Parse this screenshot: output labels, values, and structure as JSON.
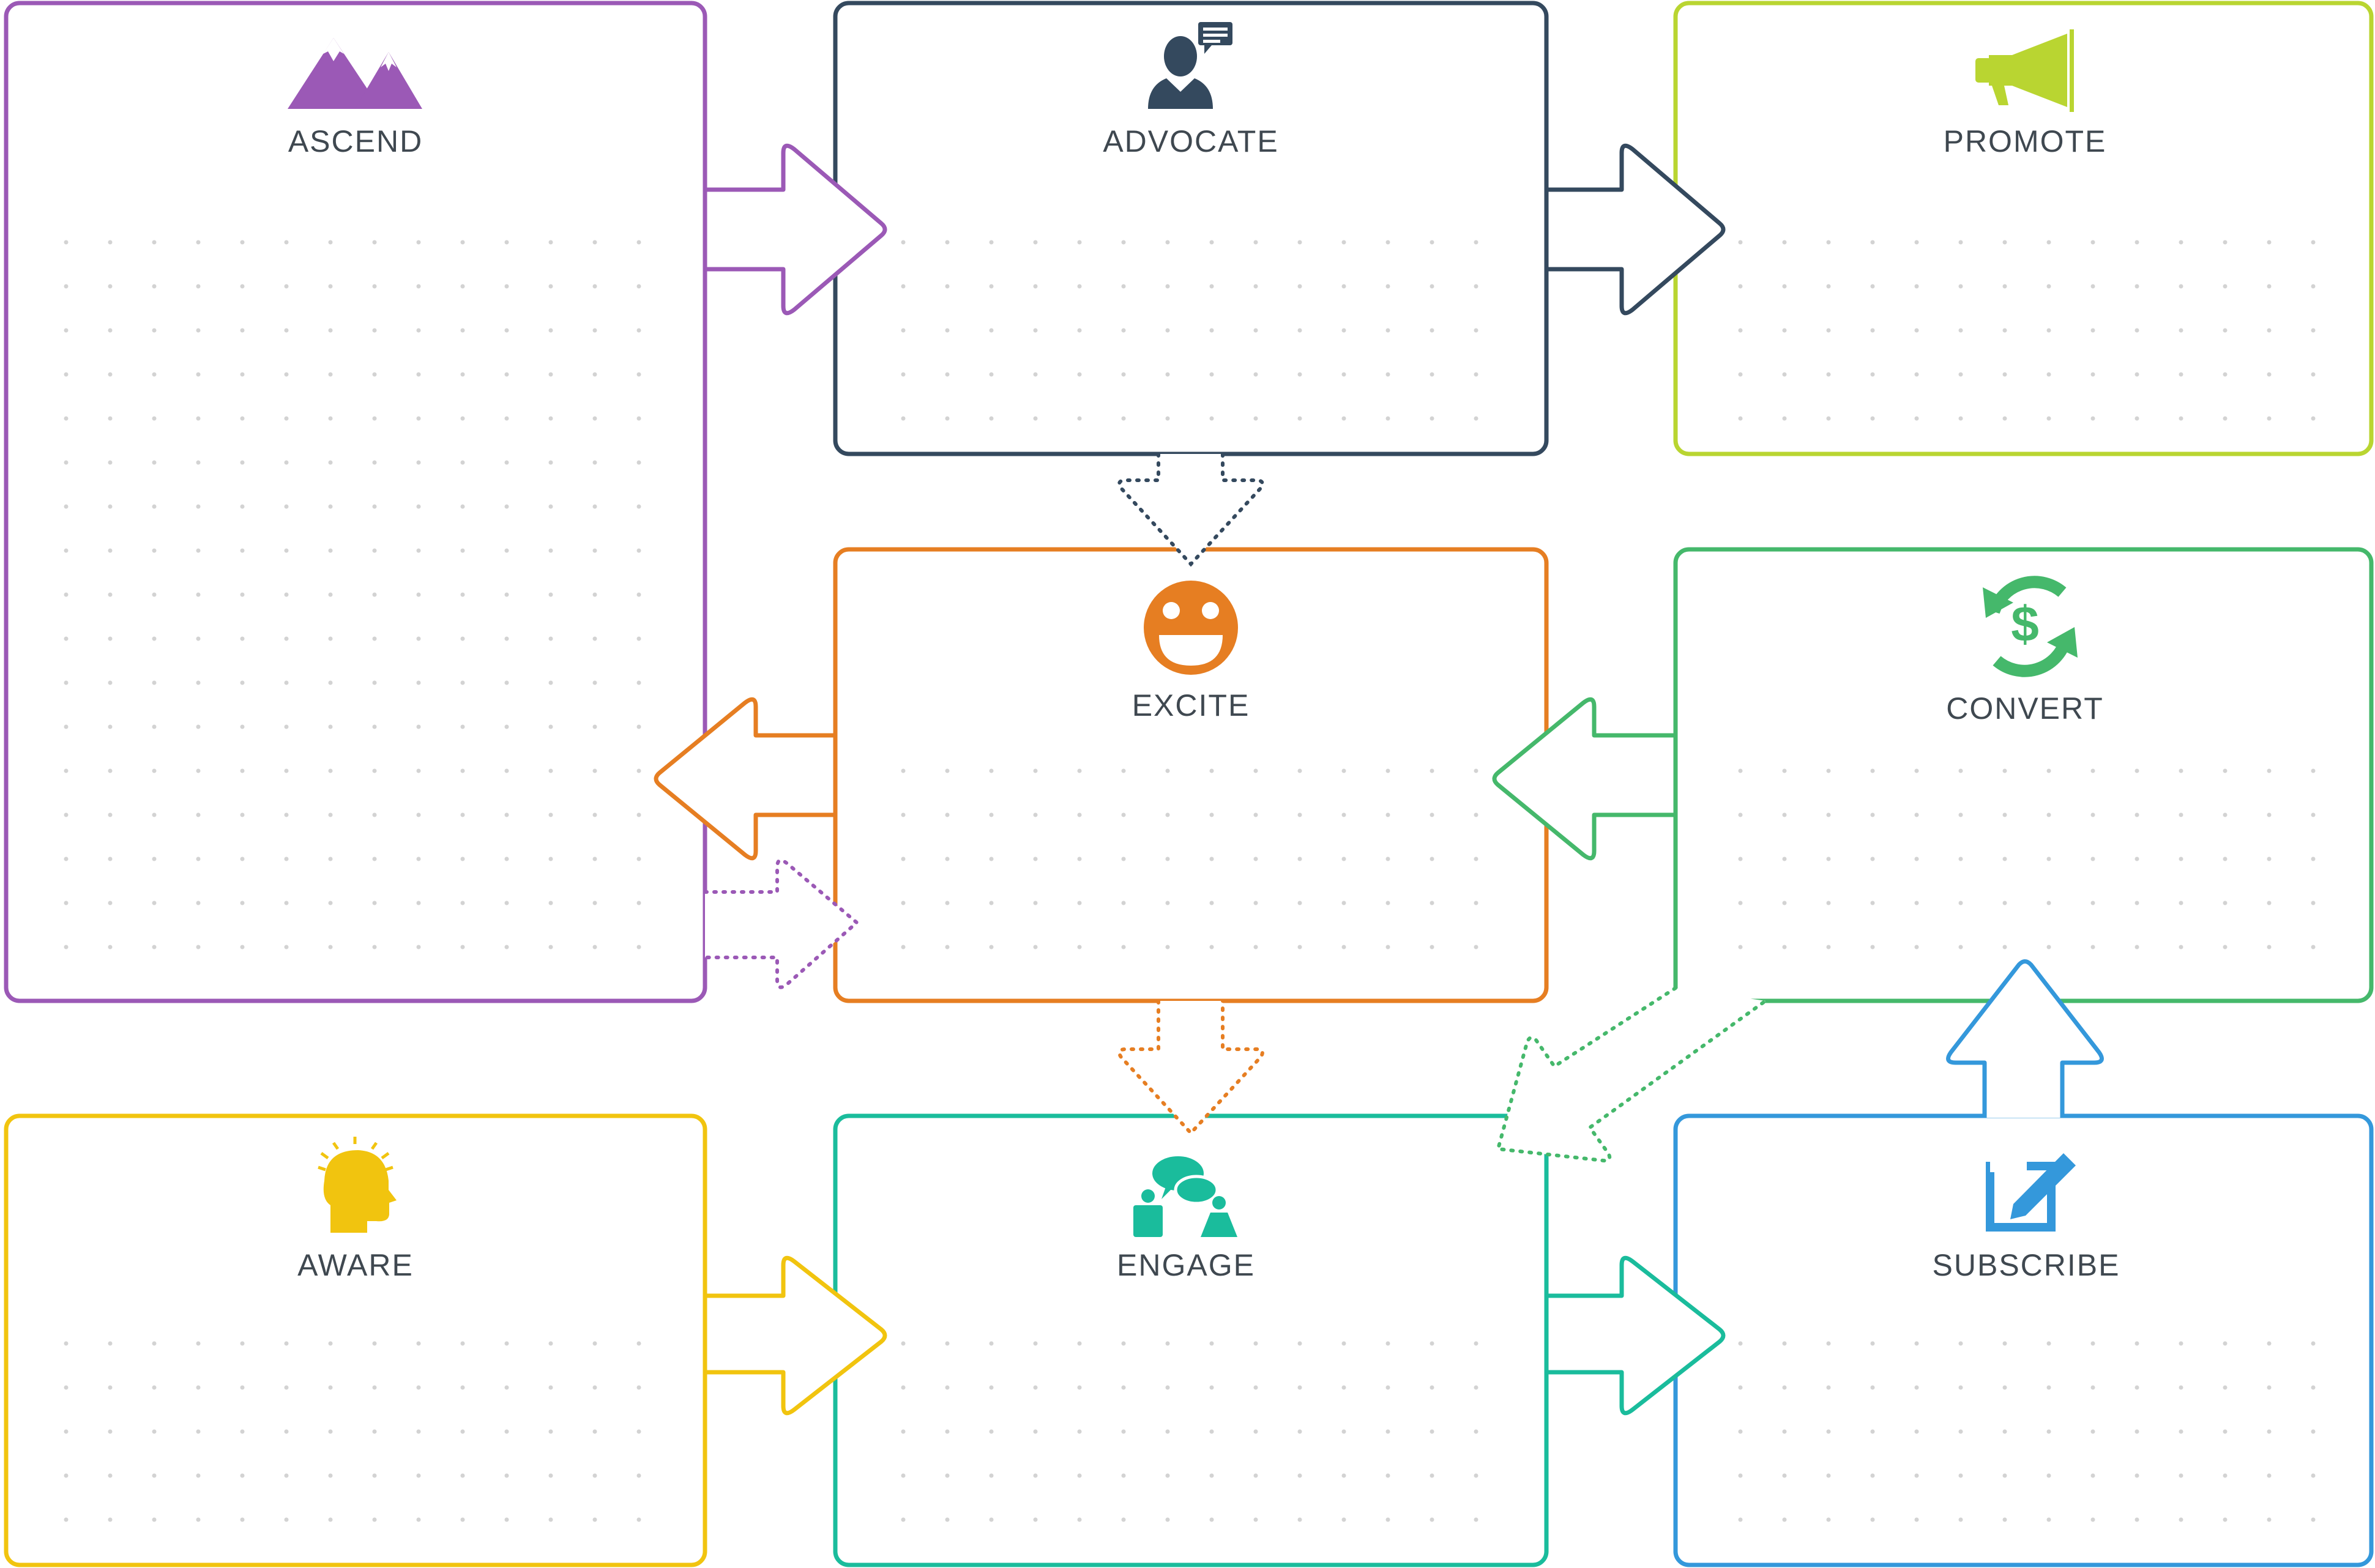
{
  "stages": {
    "ascend": {
      "label": "ASCEND",
      "color": "#9b59b6",
      "icon": "mountains-icon"
    },
    "advocate": {
      "label": "ADVOCATE",
      "color": "#34495e",
      "icon": "person-speech-icon"
    },
    "promote": {
      "label": "PROMOTE",
      "color": "#b9d531",
      "icon": "megaphone-icon"
    },
    "excite": {
      "label": "EXCITE",
      "color": "#e67e22",
      "icon": "smiley-icon"
    },
    "convert": {
      "label": "CONVERT",
      "color": "#45b86b",
      "icon": "dollar-cycle-icon"
    },
    "aware": {
      "label": "AWARE",
      "color": "#f1c40f",
      "icon": "lightbulb-head-icon"
    },
    "engage": {
      "label": "ENGAGE",
      "color": "#1abc9c",
      "icon": "people-chat-icon"
    },
    "subscribe": {
      "label": "SUBSCRIBE",
      "color": "#3498db",
      "icon": "edit-square-icon"
    }
  },
  "dot_color": "#d3d3d3",
  "text_color": "#3f4850"
}
